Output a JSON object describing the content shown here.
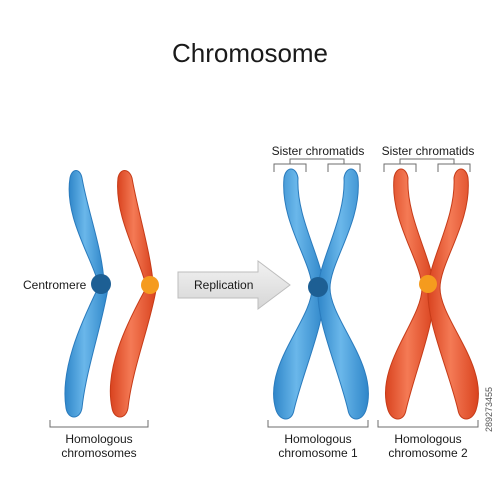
{
  "title": "Chromosome",
  "labels": {
    "centromere": "Centromere",
    "replication": "Replication",
    "sister_left": "Sister chromatids",
    "sister_right": "Sister chromatids",
    "homologous_pair_line1": "Homologous",
    "homologous_pair_line2": "chromosomes",
    "homologous_1_line1": "Homologous",
    "homologous_1_line2": "chromosome 1",
    "homologous_2_line1": "Homologous",
    "homologous_2_line2": "chromosome 2"
  },
  "watermark": "289273455",
  "colors": {
    "blue_chromosome": "#4a9fdc",
    "blue_centromere": "#1d5f94",
    "red_chromosome": "#ea5a32",
    "red_centromere": "#f59b1e",
    "arrow_fill": "#e6e6e6",
    "bracket": "#6e6e6e"
  }
}
